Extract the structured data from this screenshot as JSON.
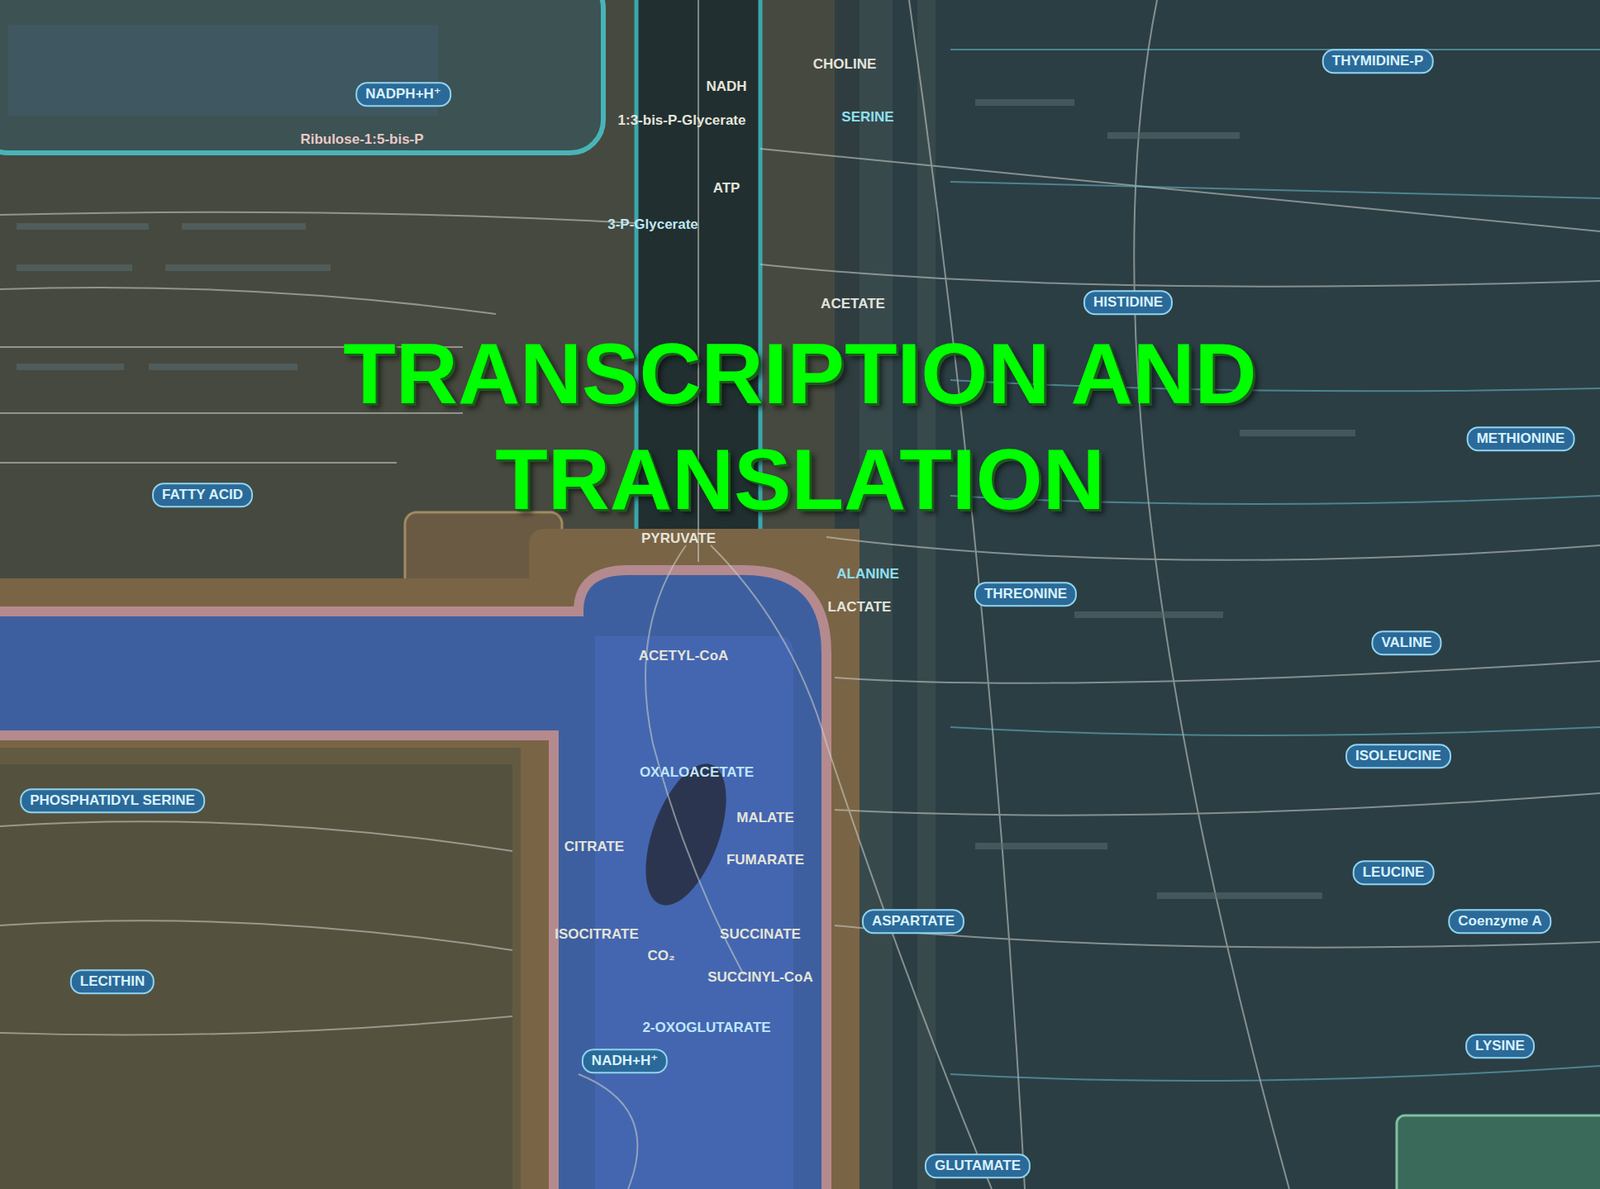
{
  "diagram": {
    "title": "TRANSCRIPTION AND TRANSLATION",
    "labels": [
      "NADPH+H⁺",
      "Ribulose-1:5-bis-P",
      "1:3-bis-P-Glycerate",
      "NADH",
      "ATP",
      "3-P-Glycerate",
      "FATTY ACID",
      "PYRUVATE",
      "ALANINE",
      "LACTATE",
      "ACETYL-CoA",
      "OXALOACETATE",
      "CITRATE",
      "MALATE",
      "FUMARATE",
      "ISOCITRATE",
      "SUCCINATE",
      "SUCCINYL-CoA",
      "2-OXOGLUTARATE",
      "NADH+H⁺",
      "ASPARTATE",
      "GLUTAMATE",
      "HISTIDINE",
      "METHIONINE",
      "THREONINE",
      "VALINE",
      "ISOLEUCINE",
      "LEUCINE",
      "LYSINE",
      "Coenzyme A",
      "LECITHIN",
      "PHOSPHATIDYL SERINE",
      "THYMIDINE-P",
      "CHOLINE",
      "SERINE",
      "ACETATE",
      "CO₂"
    ]
  }
}
